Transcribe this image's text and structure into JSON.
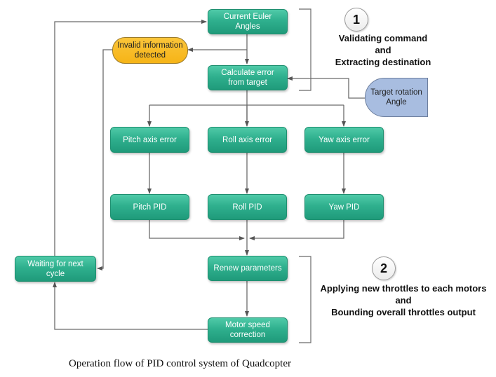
{
  "nodes": {
    "current_euler": "Current Euler\nAngles",
    "invalid_info": "Invalid information\ndetected",
    "calc_error": "Calculate error\nfrom target",
    "target_rotation": "Target rotation\nAngle",
    "pitch_error": "Pitch axis error",
    "roll_error": "Roll axis error",
    "yaw_error": "Yaw axis error",
    "pitch_pid": "Pitch PID",
    "roll_pid": "Roll PID",
    "yaw_pid": "Yaw PID",
    "waiting": "Waiting for next\ncycle",
    "renew": "Renew parameters",
    "motor_speed": "Motor speed\ncorrection"
  },
  "stages": [
    {
      "number": "1",
      "lines": [
        "Validating command",
        "and",
        "Extracting destination"
      ]
    },
    {
      "number": "2",
      "lines": [
        "Applying new throttles to each motors",
        "and",
        "Bounding overall throttles output"
      ]
    }
  ],
  "caption": "Operation flow of PID control system of Quadcopter",
  "colors": {
    "process_node": "#2fb08e",
    "decision_node": "#f6b417",
    "input_node": "#a8bde0",
    "connector": "#6b6b6b"
  }
}
